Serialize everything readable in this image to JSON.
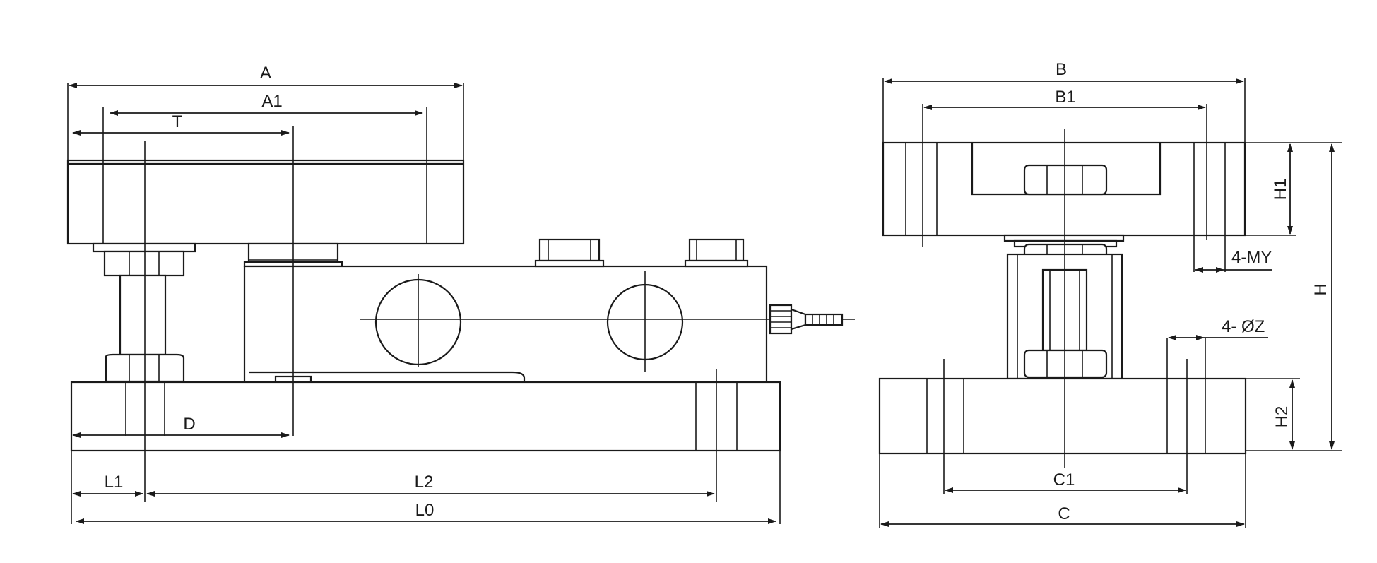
{
  "labels": {
    "A": "A",
    "A1": "A1",
    "T": "T",
    "D": "D",
    "L1": "L1",
    "L2": "L2",
    "L0": "L0",
    "B": "B",
    "B1": "B1",
    "H1": "H1",
    "H": "H",
    "H2": "H2",
    "MY": "4-MY",
    "Z": "4- ØZ",
    "C1": "C1",
    "C": "C"
  }
}
